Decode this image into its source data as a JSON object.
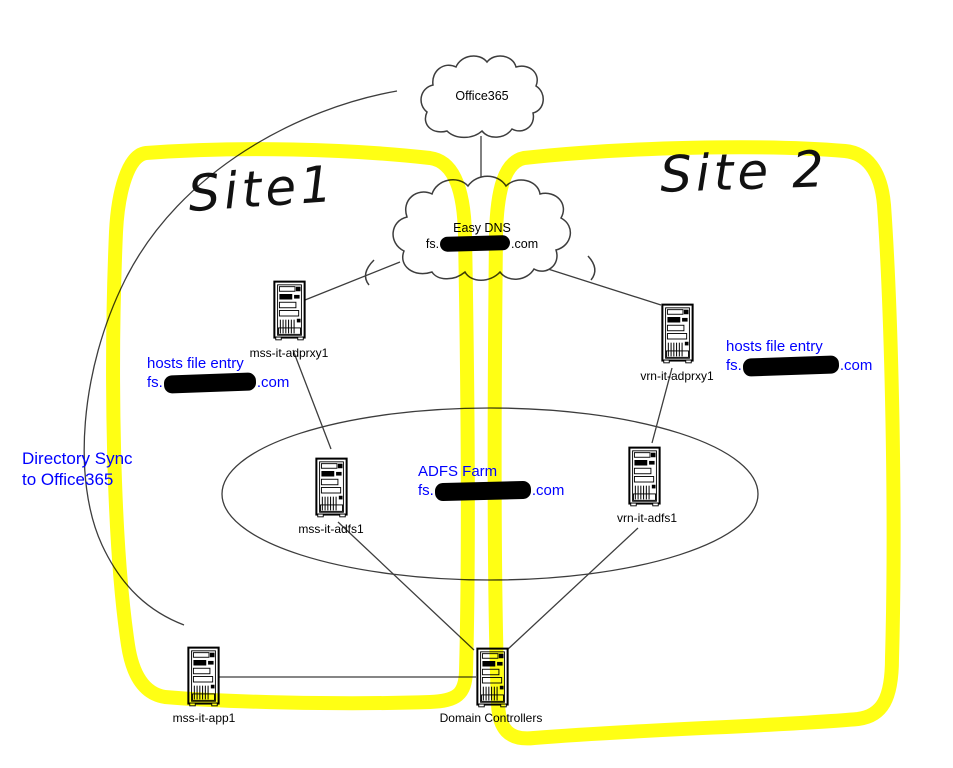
{
  "diagram": {
    "office365": {
      "label": "Office365"
    },
    "easydns": {
      "label": "Easy DNS",
      "fs_prefix": "fs.",
      "fs_suffix": ".com"
    },
    "sites": [
      {
        "label": "Site1"
      },
      {
        "label": "Site 2"
      }
    ],
    "servers": [
      {
        "id": "mss-it-adprxy1",
        "label": "mss-it-adprxy1"
      },
      {
        "id": "vrn-it-adprxy1",
        "label": "vrn-it-adprxy1"
      },
      {
        "id": "mss-it-adfs1",
        "label": "mss-it-adfs1"
      },
      {
        "id": "vrn-it-adfs1",
        "label": "vrn-it-adfs1"
      },
      {
        "id": "mss-it-app1",
        "label": "mss-it-app1"
      },
      {
        "id": "domain-controllers",
        "label": "Domain Controllers"
      }
    ],
    "annotations": {
      "hosts_left": {
        "title": "hosts file entry",
        "fs_prefix": "fs.",
        "fs_suffix": ".com"
      },
      "hosts_right": {
        "title": "hosts file entry",
        "fs_prefix": "fs.",
        "fs_suffix": ".com"
      },
      "adfs_farm": {
        "title": "ADFS Farm",
        "fs_prefix": "fs.",
        "fs_suffix": ".com"
      },
      "dirsync": {
        "line1": "Directory Sync",
        "line2": "to Office365"
      }
    },
    "colors": {
      "annotation_blue": "#0000ff",
      "highlighter_yellow": "#ffff00",
      "line": "#3d3d3d",
      "redaction": "#000000"
    }
  }
}
